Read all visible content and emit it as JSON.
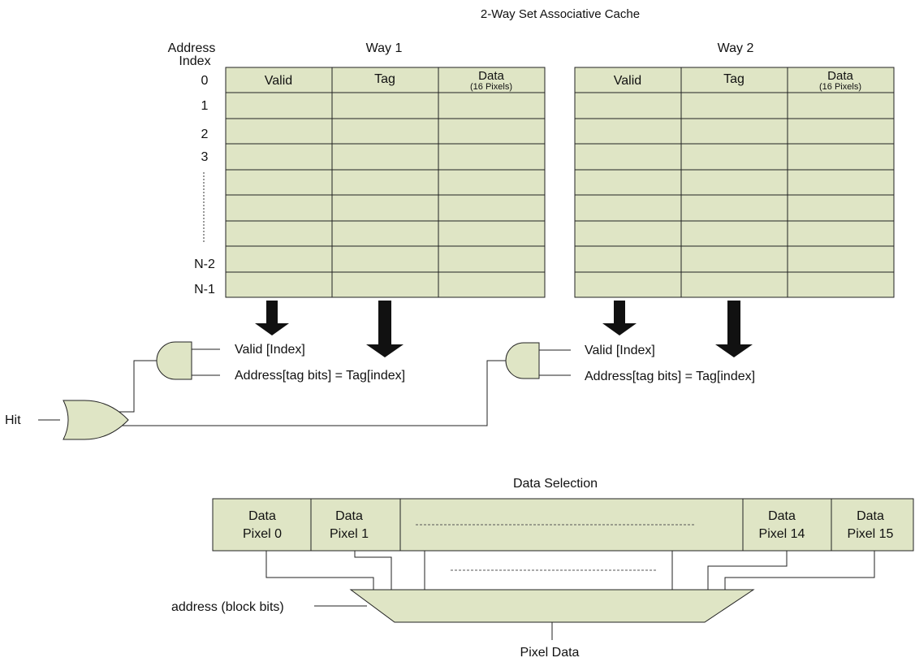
{
  "title": "2-Way Set Associative Cache",
  "index_header": [
    "Address",
    "Index"
  ],
  "index_labels": [
    "0",
    "1",
    "2",
    "3",
    "N-2",
    "N-1"
  ],
  "ways": [
    {
      "label": "Way 1",
      "columns": [
        {
          "label": "Valid",
          "sublabel": ""
        },
        {
          "label": "Tag",
          "sublabel": ""
        },
        {
          "label": "Data",
          "sublabel": "(16 Pixels)"
        }
      ],
      "valid_signal": "Valid [Index]",
      "tag_compare": "Address[tag bits] = Tag[index]"
    },
    {
      "label": "Way 2",
      "columns": [
        {
          "label": "Valid",
          "sublabel": ""
        },
        {
          "label": "Tag",
          "sublabel": ""
        },
        {
          "label": "Data",
          "sublabel": "(16 Pixels)"
        }
      ],
      "valid_signal": "Valid [Index]",
      "tag_compare": "Address[tag bits] = Tag[index]"
    }
  ],
  "hit_label": "Hit",
  "data_selection": {
    "title": "Data Selection",
    "cells": [
      [
        "Data",
        "Pixel 0"
      ],
      [
        "Data",
        "Pixel 1"
      ],
      [
        "Data",
        "Pixel 14"
      ],
      [
        "Data",
        "Pixel 15"
      ]
    ],
    "select_input": "address (block bits)",
    "output": "Pixel Data"
  },
  "colors": {
    "fill": "#dfe5c5",
    "stroke": "#222222",
    "arrow": "#111111"
  }
}
